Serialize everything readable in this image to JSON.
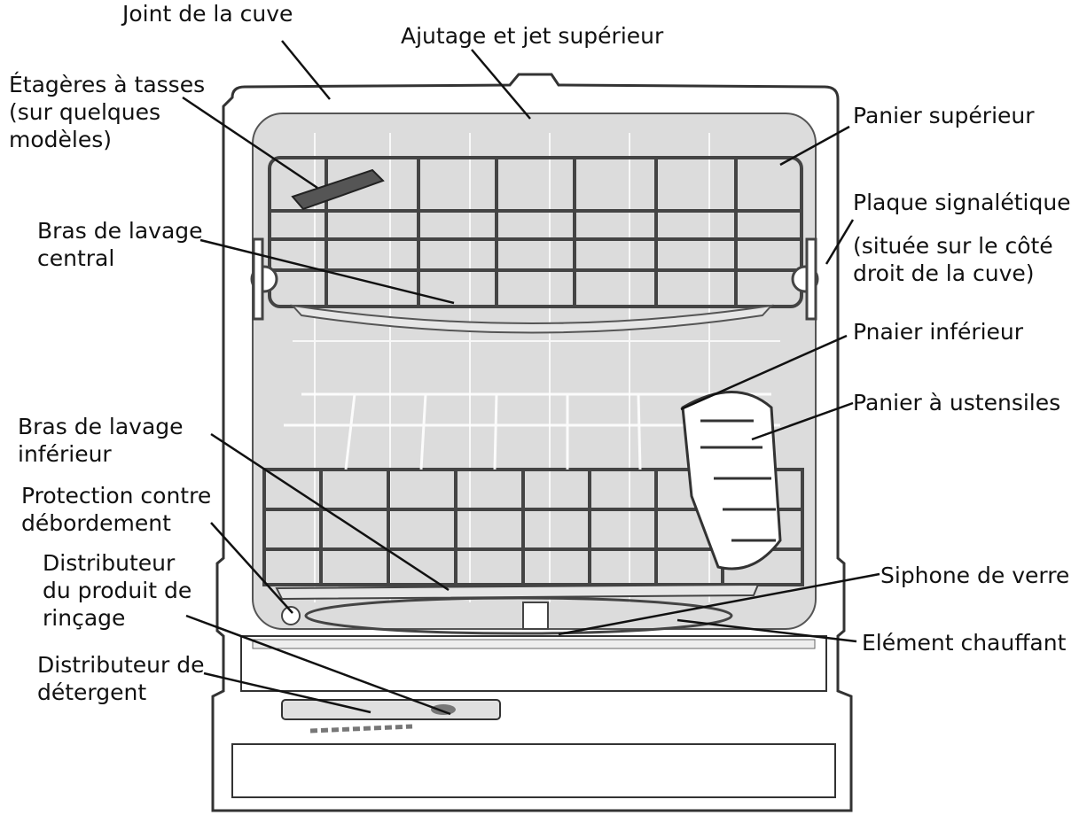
{
  "labels": {
    "joint_cuve": [
      "Joint de la cuve"
    ],
    "ajutage": [
      "Ajutage et jet supérieur"
    ],
    "etageres": [
      "Étagères à tasses",
      "(sur quelques",
      "modèles)"
    ],
    "panier_superieur": [
      "Panier supérieur"
    ],
    "plaque_signaletique": [
      "Plaque signalétique"
    ],
    "plaque_note": [
      "(située sur le côté",
      "droit de la cuve)"
    ],
    "bras_central": [
      "Bras de lavage",
      "central"
    ],
    "panier_inferieur": [
      "Pnaier inférieur"
    ],
    "panier_ustensiles": [
      "Panier à ustensiles"
    ],
    "bras_inferieur": [
      "Bras de lavage",
      "inférieur"
    ],
    "protection": [
      "Protection contre",
      "débordement"
    ],
    "distributeur_rincage": [
      "Distributeur",
      "du produit de",
      "rinçage"
    ],
    "siphone": [
      "Siphone de verre"
    ],
    "element_chauffant": [
      "Elément chauffant"
    ],
    "distributeur_detergent": [
      "Distributeur de",
      "détergent"
    ]
  },
  "colors": {
    "line": "#111111",
    "tub": "#dcdcdc",
    "outline": "#333333",
    "rack": "#444444"
  }
}
